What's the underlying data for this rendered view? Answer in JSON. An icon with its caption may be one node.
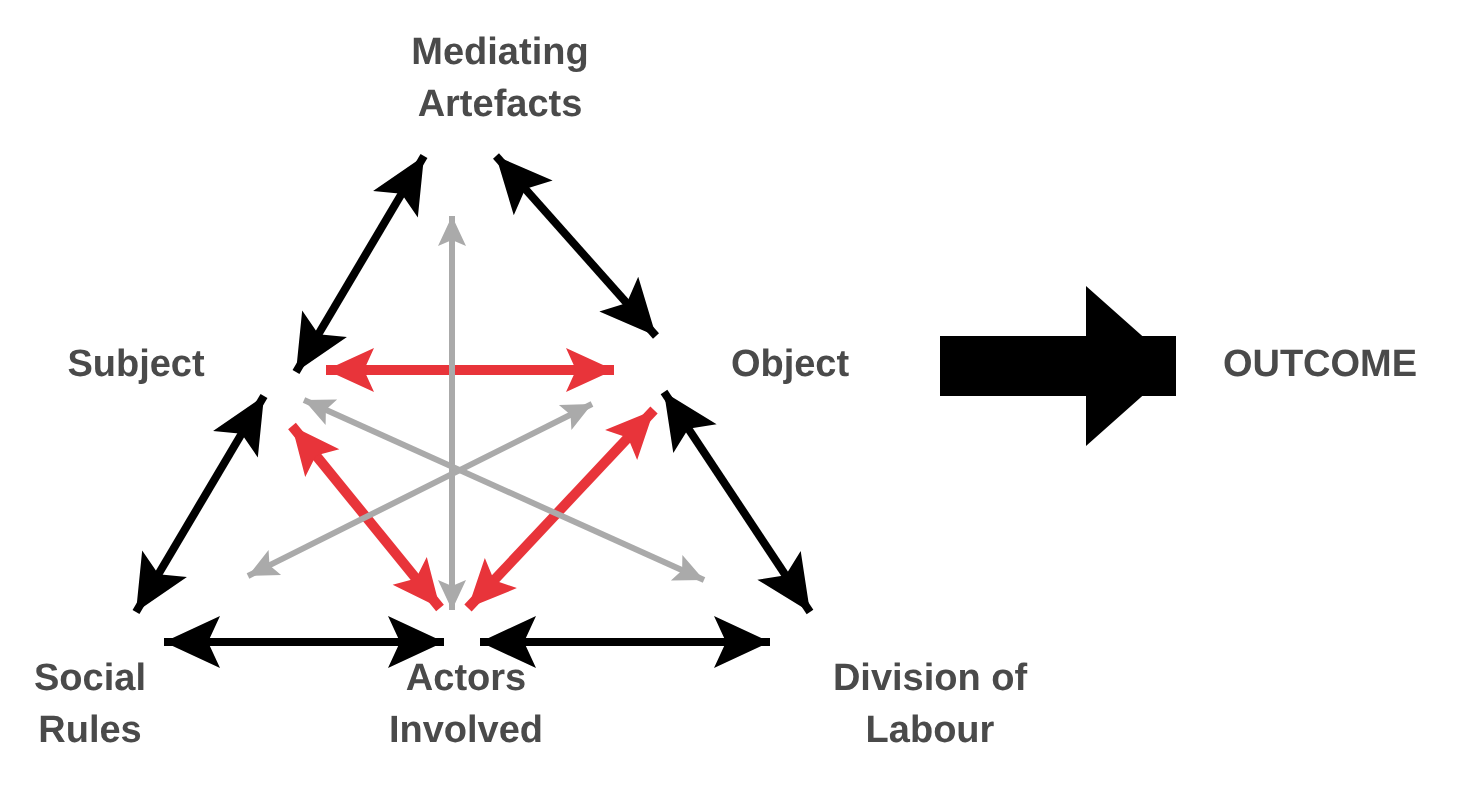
{
  "diagram": {
    "nodes": [
      {
        "text": [
          "Mediating Artefacts"
        ]
      },
      {
        "text": [
          "Subject"
        ]
      },
      {
        "text": [
          "Object"
        ]
      },
      {
        "text": [
          "Social Rules"
        ]
      },
      {
        "text": [
          "Actors Involved"
        ]
      },
      {
        "text": [
          "Division of Labour"
        ]
      },
      {
        "text": [
          "OUTCOME"
        ]
      }
    ],
    "edges": [
      {
        "from": 0,
        "to": 1,
        "arrow": "both"
      },
      {
        "from": 0,
        "to": 2,
        "arrow": "both"
      },
      {
        "from": 1,
        "to": 3,
        "arrow": "both"
      },
      {
        "from": 2,
        "to": 5,
        "arrow": "both"
      },
      {
        "from": 3,
        "to": 4,
        "arrow": "both"
      },
      {
        "from": 4,
        "to": 5,
        "arrow": "both"
      },
      {
        "from": 1,
        "to": 2,
        "arrow": "both",
        "color": "#e8343a"
      },
      {
        "from": 1,
        "to": 4,
        "arrow": "both",
        "color": "#e8343a"
      },
      {
        "from": 2,
        "to": 4,
        "arrow": "both",
        "color": "#e8343a"
      },
      {
        "from": 0,
        "to": 4,
        "arrow": "both",
        "color": "#aaaaaa"
      },
      {
        "from": 1,
        "to": 5,
        "arrow": "both",
        "color": "#aaaaaa"
      },
      {
        "from": 2,
        "to": 3,
        "arrow": "both",
        "color": "#aaaaaa"
      },
      {
        "from": 2,
        "to": 6,
        "arrow": "to",
        "style": "thick"
      }
    ]
  }
}
